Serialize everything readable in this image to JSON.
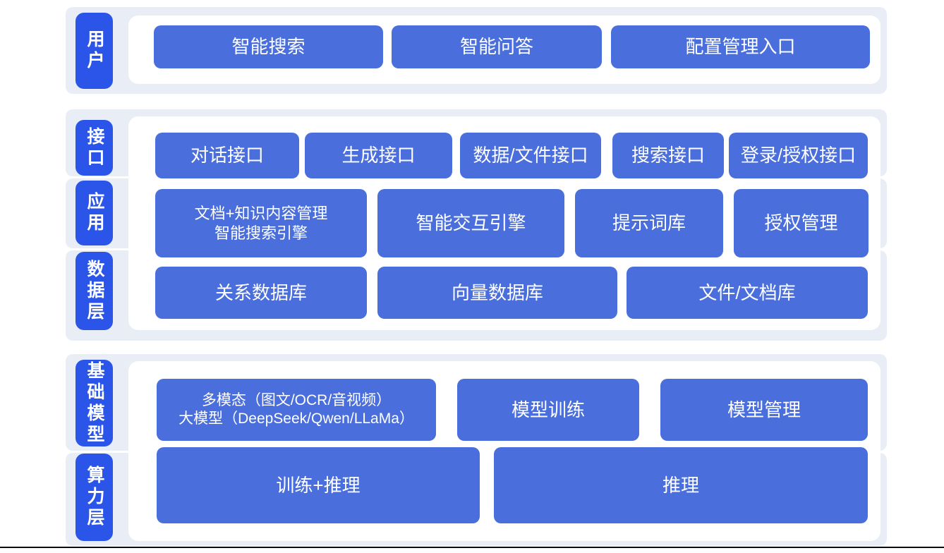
{
  "colors": {
    "label_blue": "#2B55E8",
    "box_blue": "#4A6EDC",
    "band": "#E9EEF6",
    "panel": "#FFFFFF",
    "page_bg": "#FFFFFF",
    "divider": "#0B0B12"
  },
  "layers": {
    "user": {
      "label": "用户",
      "boxes": [
        "智能搜索",
        "智能问答",
        "配置管理入口"
      ]
    },
    "interface": {
      "label": "接口",
      "boxes": [
        "对话接口",
        "生成接口",
        "数据/文件接口",
        "搜索接口",
        "登录/授权接口"
      ]
    },
    "application": {
      "label": "应用",
      "boxes": [
        {
          "line1": "文档+知识内容管理",
          "line2": "智能搜索引擎"
        },
        "智能交互引擎",
        "提示词库",
        "授权管理"
      ]
    },
    "data": {
      "label": "数据层",
      "boxes": [
        "关系数据库",
        "向量数据库",
        "文件/文档库"
      ]
    },
    "foundation": {
      "label": "基础模型",
      "boxes": [
        {
          "line1": "多模态（图文/OCR/音视频）",
          "line2": "大模型（DeepSeek/Qwen/LLaMa）"
        },
        "模型训练",
        "模型管理"
      ]
    },
    "compute": {
      "label": "算力层",
      "boxes": [
        "训练+推理",
        "推理"
      ]
    }
  }
}
